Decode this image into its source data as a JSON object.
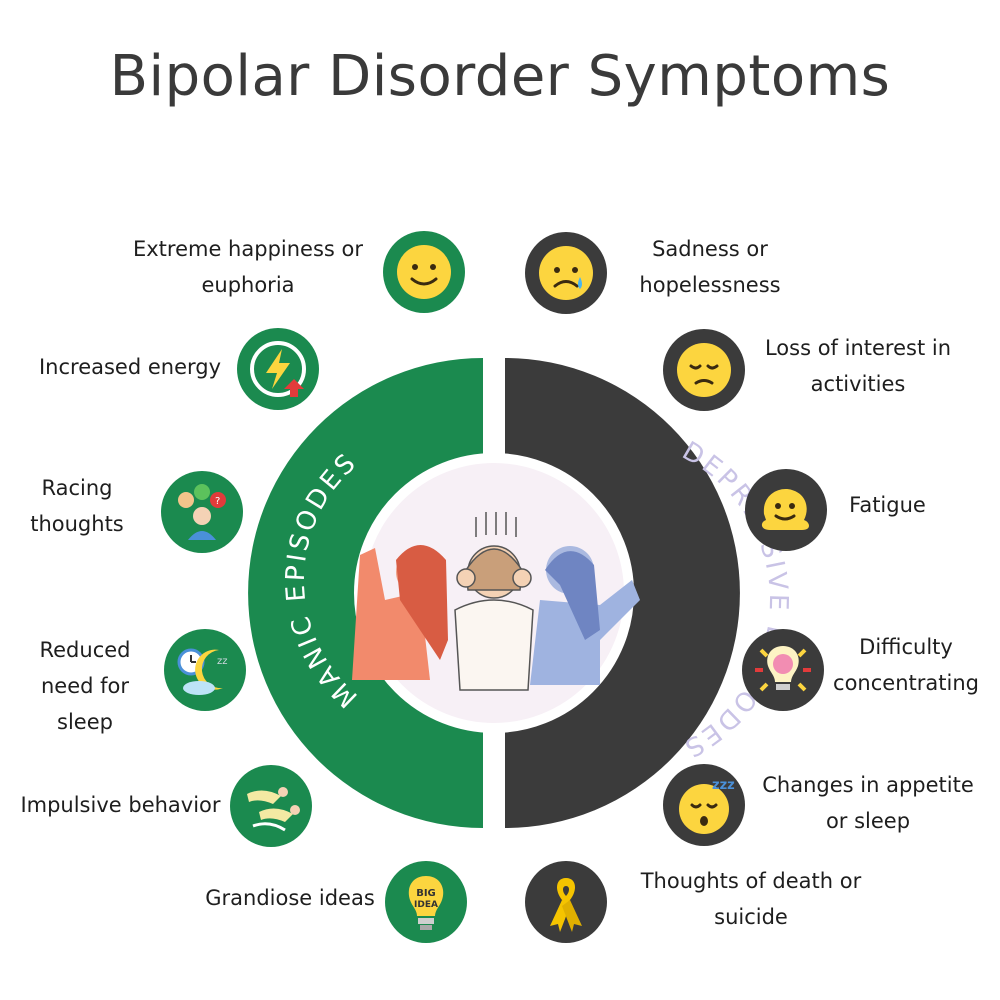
{
  "title": "Bipolar Disorder Symptoms",
  "manic": {
    "label": "MANIC EPISODES",
    "color": "#1b8a4f",
    "items": [
      {
        "text": "Extreme happiness or euphoria",
        "icon": "smiling-face-icon"
      },
      {
        "text": "Increased energy",
        "icon": "lightning-bolt-icon"
      },
      {
        "text": "Racing thoughts",
        "icon": "racing-thoughts-icon"
      },
      {
        "text": "Reduced need for sleep",
        "icon": "clock-moon-icon"
      },
      {
        "text": "Impulsive behavior",
        "icon": "running-people-icon"
      },
      {
        "text": "Grandiose ideas",
        "icon": "big-idea-bulb-icon"
      }
    ]
  },
  "depressive": {
    "label": "DEPRESSIVE EPISODES",
    "color": "#3b3b3b",
    "items": [
      {
        "text": "Sadness or hopelessness",
        "icon": "crying-face-icon"
      },
      {
        "text": "Loss of interest in activities",
        "icon": "sad-face-icon"
      },
      {
        "text": "Fatigue",
        "icon": "melting-face-icon"
      },
      {
        "text": "Difficulty concentrating",
        "icon": "brain-bulb-icon"
      },
      {
        "text": "Changes in appetite or sleep",
        "icon": "sleeping-face-icon"
      },
      {
        "text": "Thoughts of death or suicide",
        "icon": "awareness-ribbon-icon"
      }
    ]
  }
}
